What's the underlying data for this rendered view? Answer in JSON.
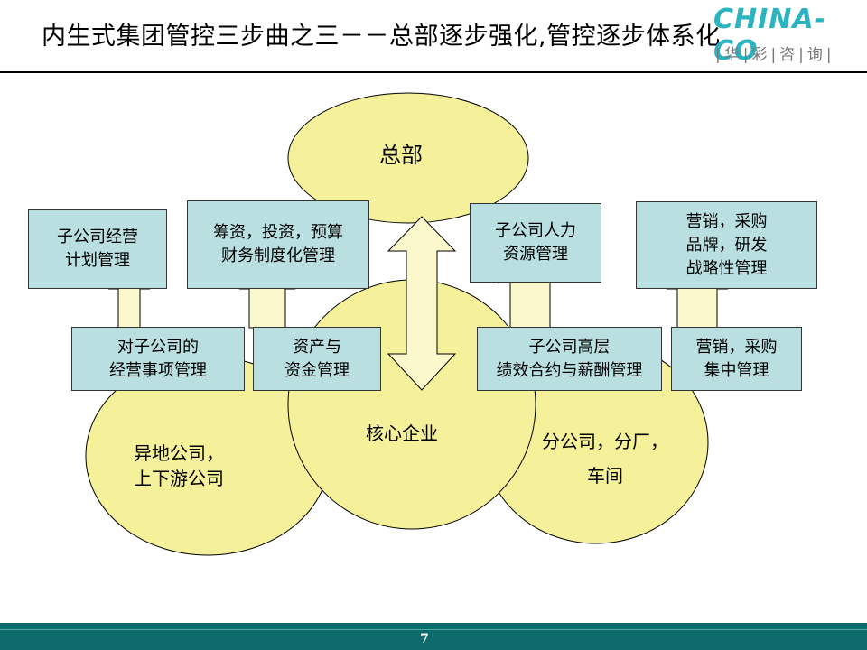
{
  "title": "内生式集团管控三步曲之三－－总部逐步强化,管控逐步体系化",
  "logo": {
    "text": "CHINA-CO",
    "subtitle": "|华|彩|咨|询|"
  },
  "colors": {
    "ellipse_fill": "#f5f09a",
    "box_fill": "#b9dfe0",
    "arrow_fill": "#fbf9cc",
    "footer": "#0d6b6b"
  },
  "ellipses": {
    "hq": "总部",
    "core": "核心企业",
    "left": "异地公司，\n上下游公司",
    "right": "分公司，分厂，\n车间"
  },
  "top_boxes": [
    "子公司经营\n计划管理",
    "筹资，投资，预算\n财务制度化管理",
    "子公司人力\n资源管理",
    "营销，采购\n品牌，研发\n战略性管理"
  ],
  "bottom_boxes": [
    "对子公司的\n经营事项管理",
    "资产与\n资金管理",
    "子公司高层\n绩效合约与薪酬管理",
    "营销，采购\n集中管理"
  ],
  "page_number": "7"
}
